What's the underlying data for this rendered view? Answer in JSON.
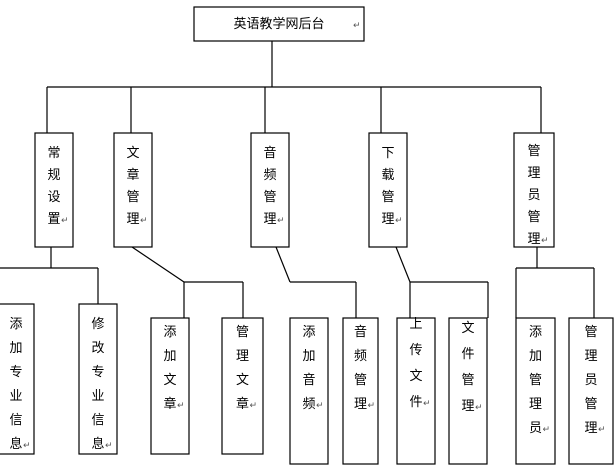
{
  "root": {
    "label": "英语教学网后台"
  },
  "categories": [
    {
      "label": "常规设置",
      "children": [
        {
          "label": "添加专业信息"
        },
        {
          "label": "修改专业信息"
        }
      ]
    },
    {
      "label": "文章管理",
      "children": [
        {
          "label": "添加文章"
        },
        {
          "label": "管理文章"
        }
      ]
    },
    {
      "label": "音频管理",
      "children": [
        {
          "label": "添加音频"
        },
        {
          "label": "音频管理"
        }
      ]
    },
    {
      "label": "下载管理",
      "children": [
        {
          "label": "上传文件"
        },
        {
          "label": "文件管理"
        }
      ]
    },
    {
      "label": "管理员管理",
      "children": [
        {
          "label": "添加管理员"
        },
        {
          "label": "管理员管理"
        }
      ]
    }
  ],
  "paragraph_mark": "↵",
  "colors": {
    "line": "#000000",
    "box_fill": "#ffffff",
    "text": "#000000"
  }
}
